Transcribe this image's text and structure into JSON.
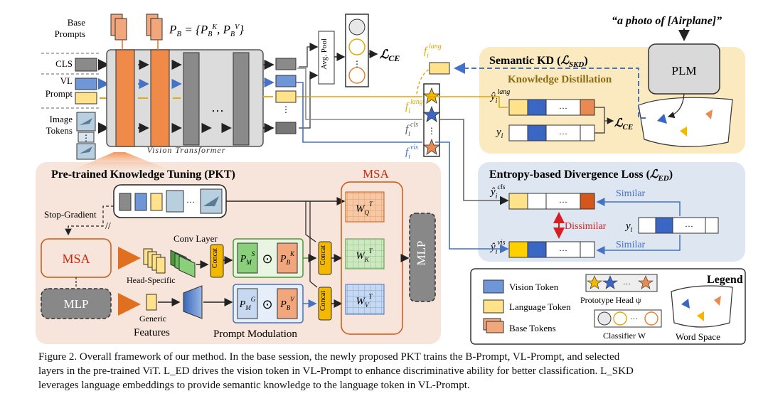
{
  "vit": {
    "base_prompts_label": "Base\nPrompts",
    "pb_formula": "P_B = {P_B^K, P_B^V}",
    "cls_label": "CLS",
    "vl_prompt_label": "VL\nPrompt",
    "image_tokens_label": "Image\nTokens",
    "vit_label": "Vision Transformer",
    "avg_pool_label": "Avg. Pool",
    "loss_ce": "L_CE",
    "f_lang_label": "f_i^lang",
    "f_cls_label": "f_i^cls",
    "f_vis_label": "f_i^vis"
  },
  "skd": {
    "title": "Semantic KD (L_SKD)",
    "kd_label": "Knowledge Distillation",
    "quote": "“a photo of [Airplane]”",
    "plm_label": "PLM",
    "y_hat_lang": "ŷ_i^lang",
    "y_label": "y_i",
    "dots": "···",
    "loss_ce": "L_CE"
  },
  "ed": {
    "title": "Entropy-based Divergence Loss (L_ED)",
    "y_hat_cls": "ŷ_i^cls",
    "y_hat_vis": "ŷ_i^vis",
    "y_label": "y_i",
    "similar_top": "Similar",
    "similar_bottom": "Similar",
    "dissimilar": "Dissimilar"
  },
  "pkt": {
    "title": "Pre-trained Knowledge Tuning (PKT)",
    "stop_gradient": "Stop-Gradient",
    "conv_layer": "Conv Layer",
    "msa_label": "MSA",
    "mlp_label": "MLP",
    "head_specific": "Head-Specific",
    "generic": "Generic",
    "features": "Features",
    "prompt_modulation": "Prompt Modulation",
    "concat": "Concat",
    "msa_block_label": "MSA",
    "mlp_block_label": "MLP",
    "wq": "W_Q^T",
    "wk": "W_K^T",
    "wv": "W_V^T",
    "psm": "P_M^S",
    "pbk": "P_B^K",
    "pgm": "P_M^G",
    "pbv": "P_B^V",
    "odot": "⊙"
  },
  "legend": {
    "title": "Legend",
    "vision_token": "Vision Token",
    "language_token": "Language Token",
    "base_tokens": "Base Tokens",
    "prototype_head": "Prototype Head ψ",
    "classifier": "Classifier W",
    "word_space": "Word Space"
  },
  "caption": {
    "line1": "Figure 2. Overall framework of our method. In the base session, the newly proposed PKT trains the B-Prompt, VL-Prompt, and selected",
    "line2": "layers in the pre-trained ViT. L_ED drives the vision token in VL-Prompt to enhance discriminative ability for better classification. L_SKD",
    "line3": "leverages language embeddings to provide semantic knowledge to the language token in VL-Prompt."
  },
  "colors": {
    "vision": "#6f97d8",
    "language": "#ffe28a",
    "base": "#f2a67c",
    "pkt_bg": "#f7e4da",
    "skd_bg": "#fbeac0",
    "ed_bg": "#dde6f1",
    "vit_bg": "#dcdcdc",
    "arrow_orange": "#e07020",
    "arrow_blue": "#4472c4",
    "dissimilar_red": "#d42020"
  }
}
